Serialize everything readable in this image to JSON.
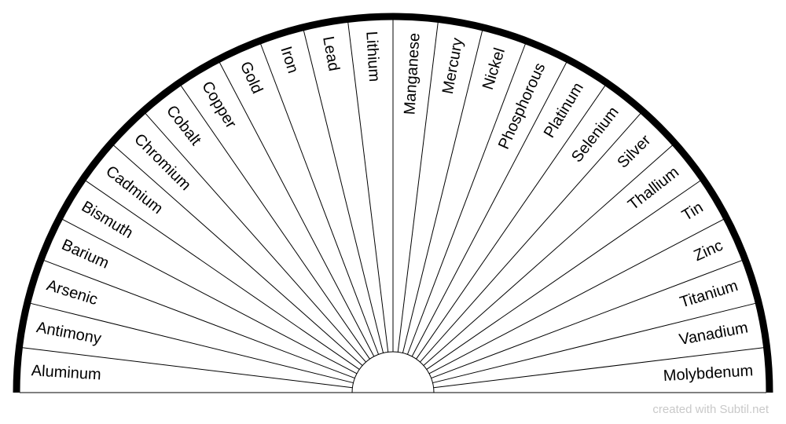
{
  "chart_data": {
    "type": "pie",
    "segments": [
      "Aluminum",
      "Antimony",
      "Arsenic",
      "Barium",
      "Bismuth",
      "Cadmium",
      "Chromium",
      "Cobalt",
      "Copper",
      "Gold",
      "Iron",
      "Lead",
      "Lithium",
      "Manganese",
      "Mercury",
      "Nickel",
      "Phosphorous",
      "Platinum",
      "Selenium",
      "Silver",
      "Thallium",
      "Tin",
      "Zinc",
      "Titanium",
      "Vanadium",
      "Molybdenum"
    ]
  },
  "footer": {
    "credit": "created with Subtil.net"
  }
}
